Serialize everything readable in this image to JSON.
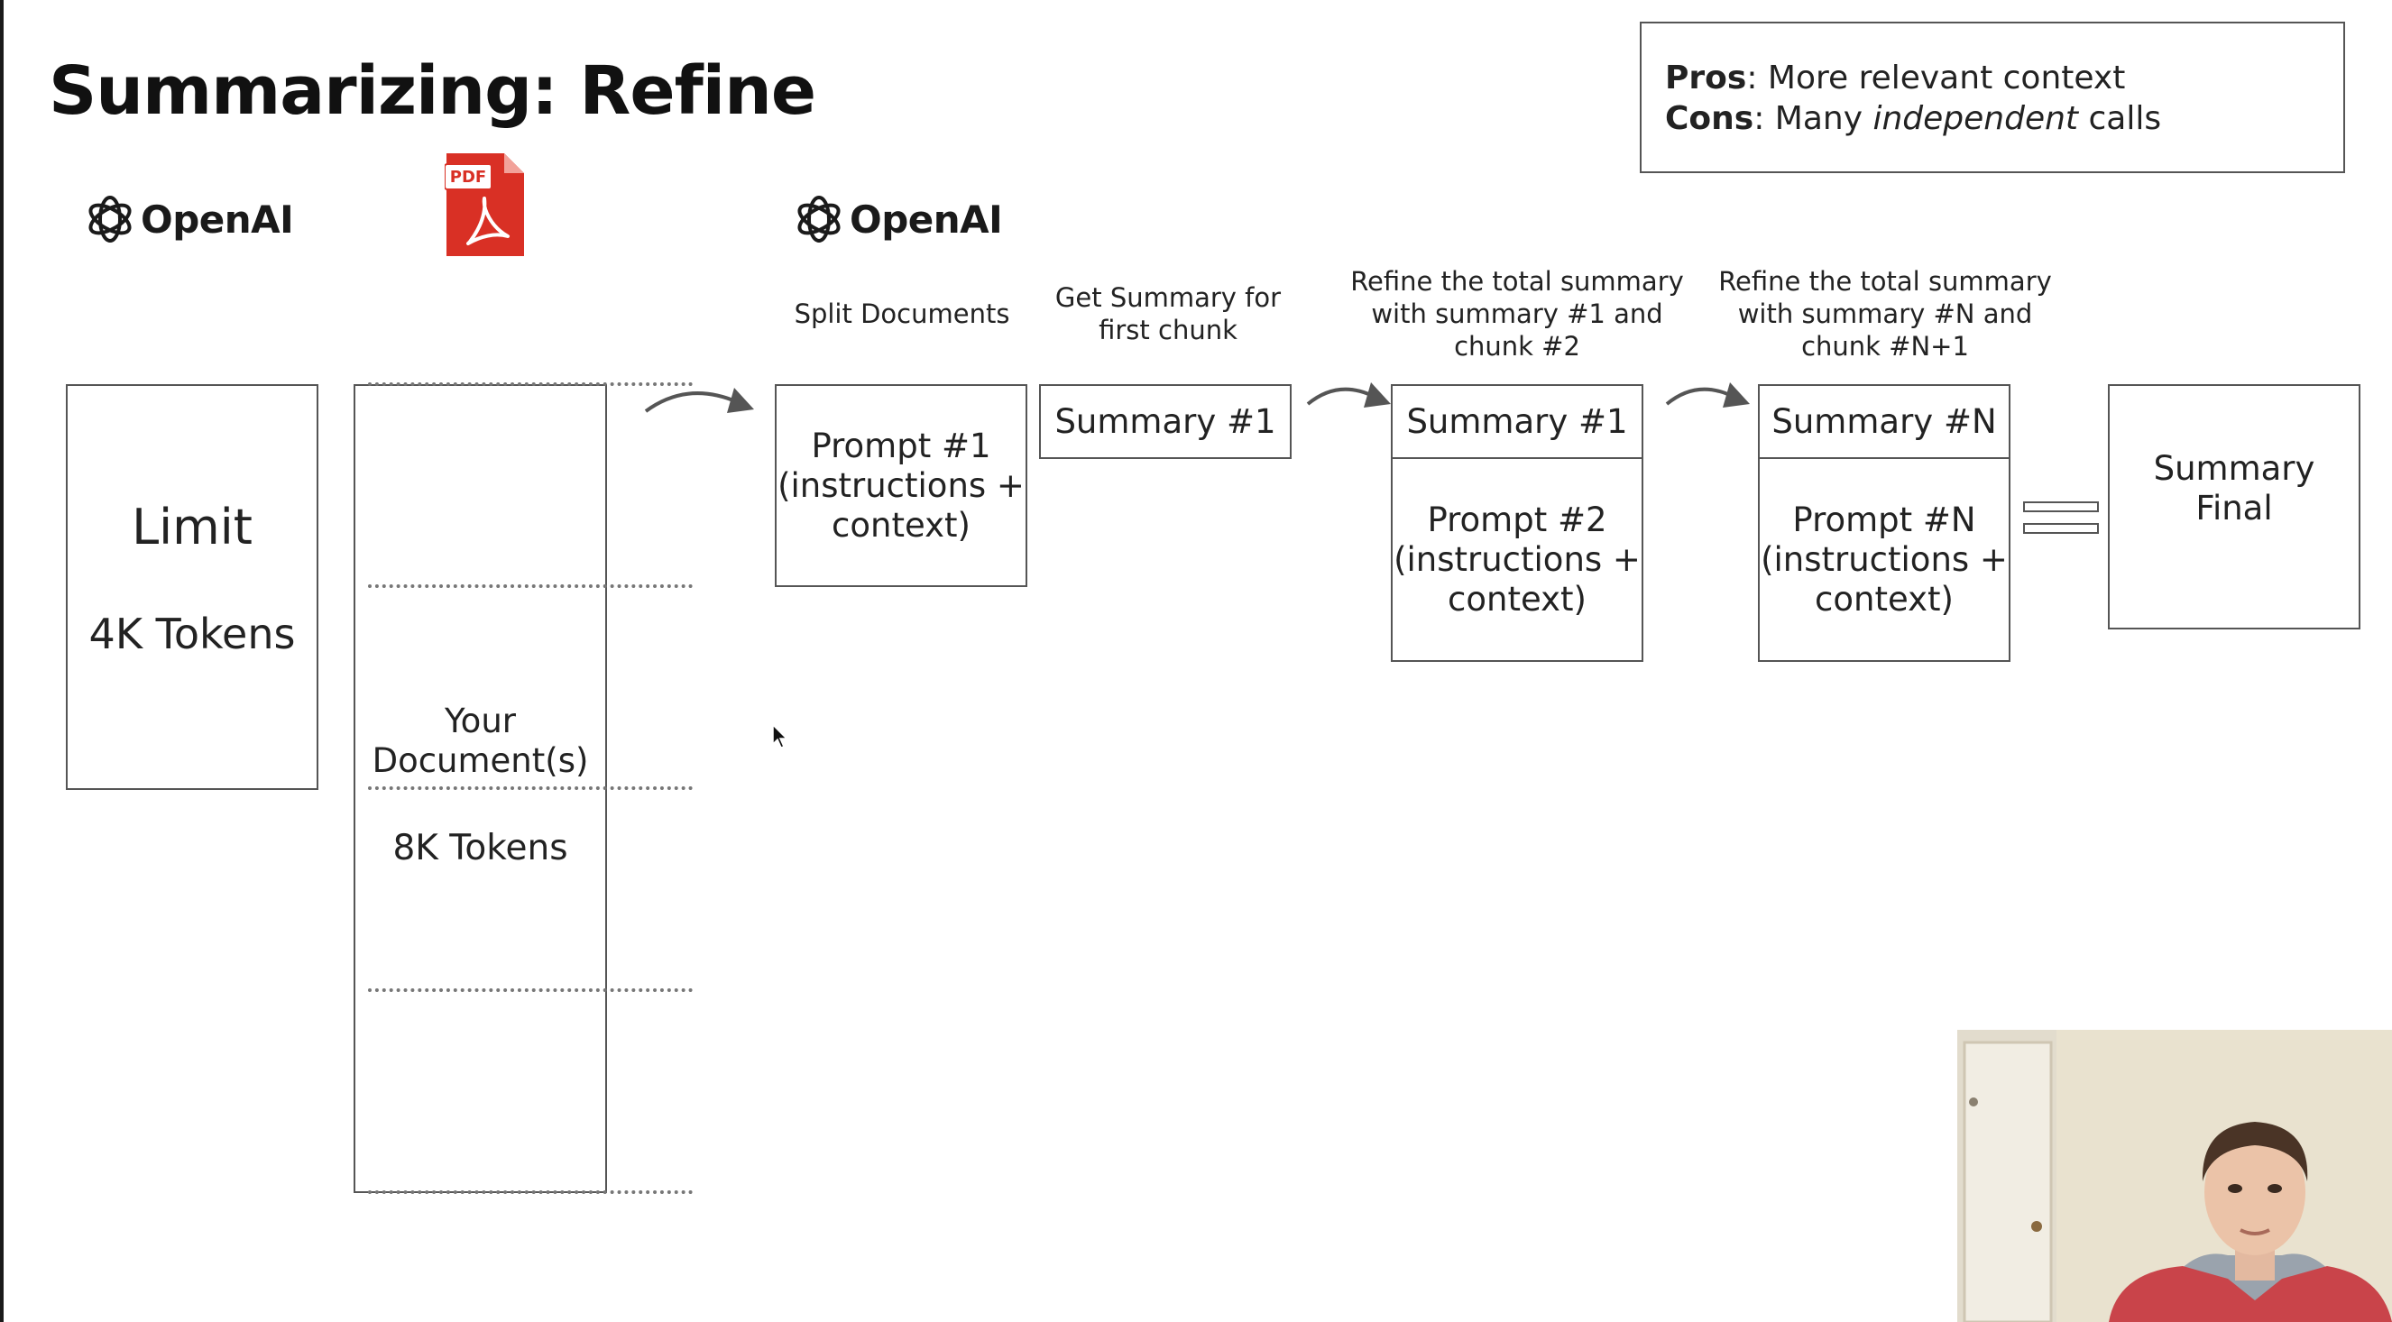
{
  "title": "Summarizing: Refine",
  "pros_cons": {
    "pros_label": "Pros",
    "pros_text": ": More relevant context",
    "cons_label": "Cons",
    "cons_text_before": ": Many ",
    "cons_text_italic": "independent",
    "cons_text_after": " calls"
  },
  "logos": {
    "openai_left": "OpenAI",
    "openai_mid": "OpenAI",
    "pdf_badge": "PDF"
  },
  "limit_box": {
    "label": "Limit",
    "tokens": "4K Tokens"
  },
  "document": {
    "label": "Your\nDocument(s)",
    "tokens": "8K Tokens"
  },
  "steps": {
    "split_label": "Split Documents",
    "first_summary_label": "Get Summary for\nfirst chunk",
    "refine_1_label": "Refine the total summary\nwith summary #1 and\nchunk #2",
    "refine_n_label": "Refine the total summary\nwith summary #N and\nchunk #N+1"
  },
  "boxes": {
    "prompt_1": "Prompt #1\n(instructions +\ncontext)",
    "summary_1": "Summary #1",
    "refine_summary_1": "Summary #1",
    "prompt_2": "Prompt #2\n(instructions +\ncontext)",
    "summary_n": "Summary #N",
    "prompt_n": "Prompt #N\n(instructions +\ncontext)",
    "final": "Summary\nFinal"
  },
  "colors": {
    "pdf_red": "#d93025",
    "border": "#555555",
    "webcam_shirt": "#c9444a"
  },
  "icons": [
    "openai-logo-icon",
    "pdf-file-icon",
    "curved-arrow-icon",
    "equals-sign-icon",
    "mouse-cursor-icon"
  ]
}
